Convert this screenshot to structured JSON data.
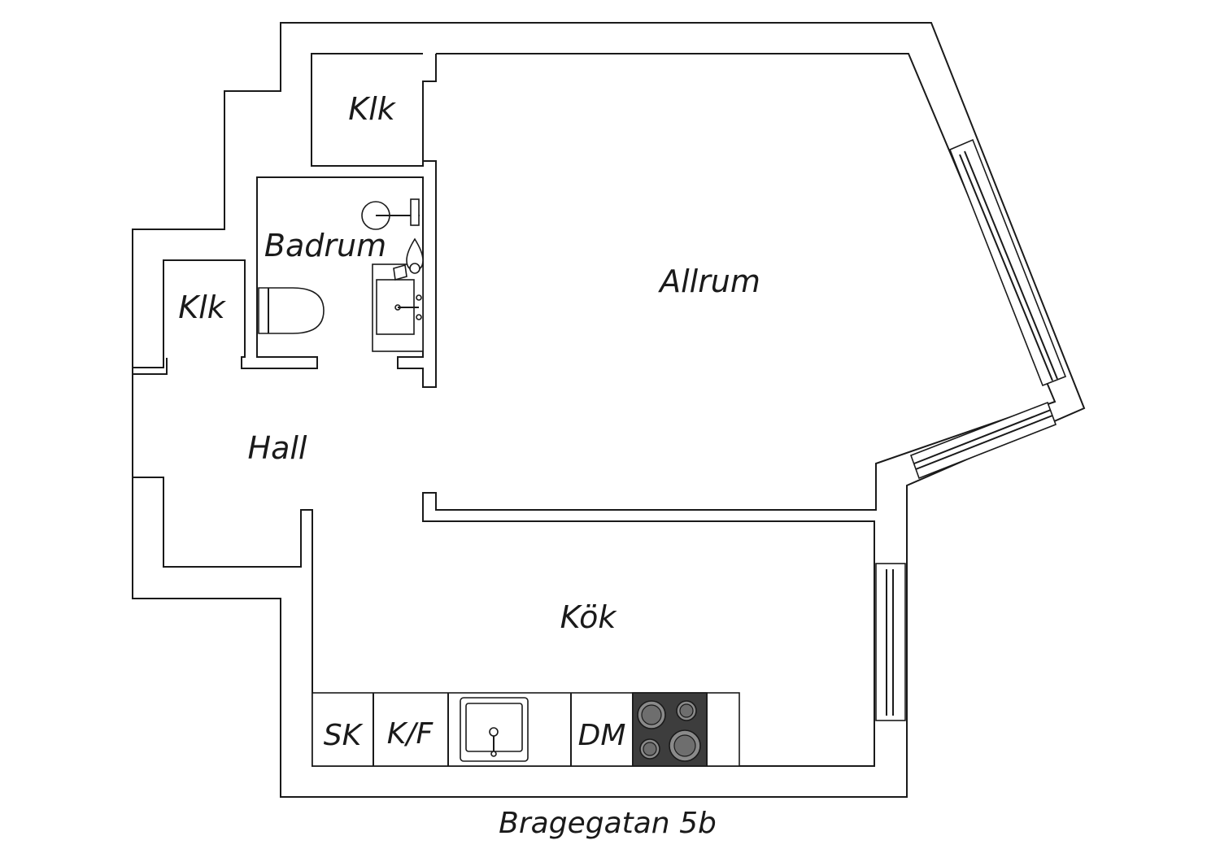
{
  "rooms": {
    "allrum": "Allrum",
    "badrum": "Badrum",
    "klk_top": "Klk",
    "klk_left": "Klk",
    "hall": "Hall",
    "kok": "Kök"
  },
  "appliances": {
    "sk": "SK",
    "kf": "K/F",
    "dm": "DM"
  },
  "caption": "Bragegatan 5b",
  "colors": {
    "line": "#1a1a1a",
    "background": "#ffffff",
    "stove_top": "#3d3d3d",
    "burner": "#8a8a8a"
  }
}
